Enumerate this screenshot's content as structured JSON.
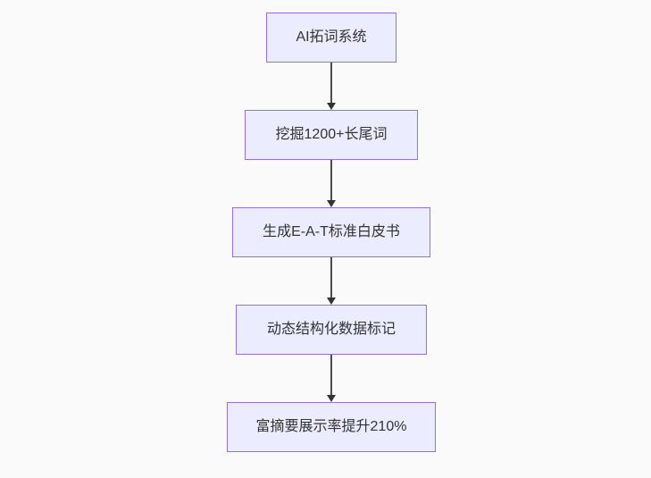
{
  "background_color": "#fafafa",
  "flowchart": {
    "type": "flowchart",
    "direction": "top-down",
    "node_fill_color": "#ECECFF",
    "node_border_color": "#9370DB",
    "text_color": "#333333",
    "arrow_line_color": "#4d4d4d",
    "arrowhead_color": "#333333",
    "nodes": [
      {
        "label": "AI拓词系统"
      },
      {
        "label": "挖掘1200+长尾词"
      },
      {
        "label": "生成E-A-T标准白皮书"
      },
      {
        "label": "动态结构化数据标记"
      },
      {
        "label": "富摘要展示率提升210%"
      }
    ]
  }
}
